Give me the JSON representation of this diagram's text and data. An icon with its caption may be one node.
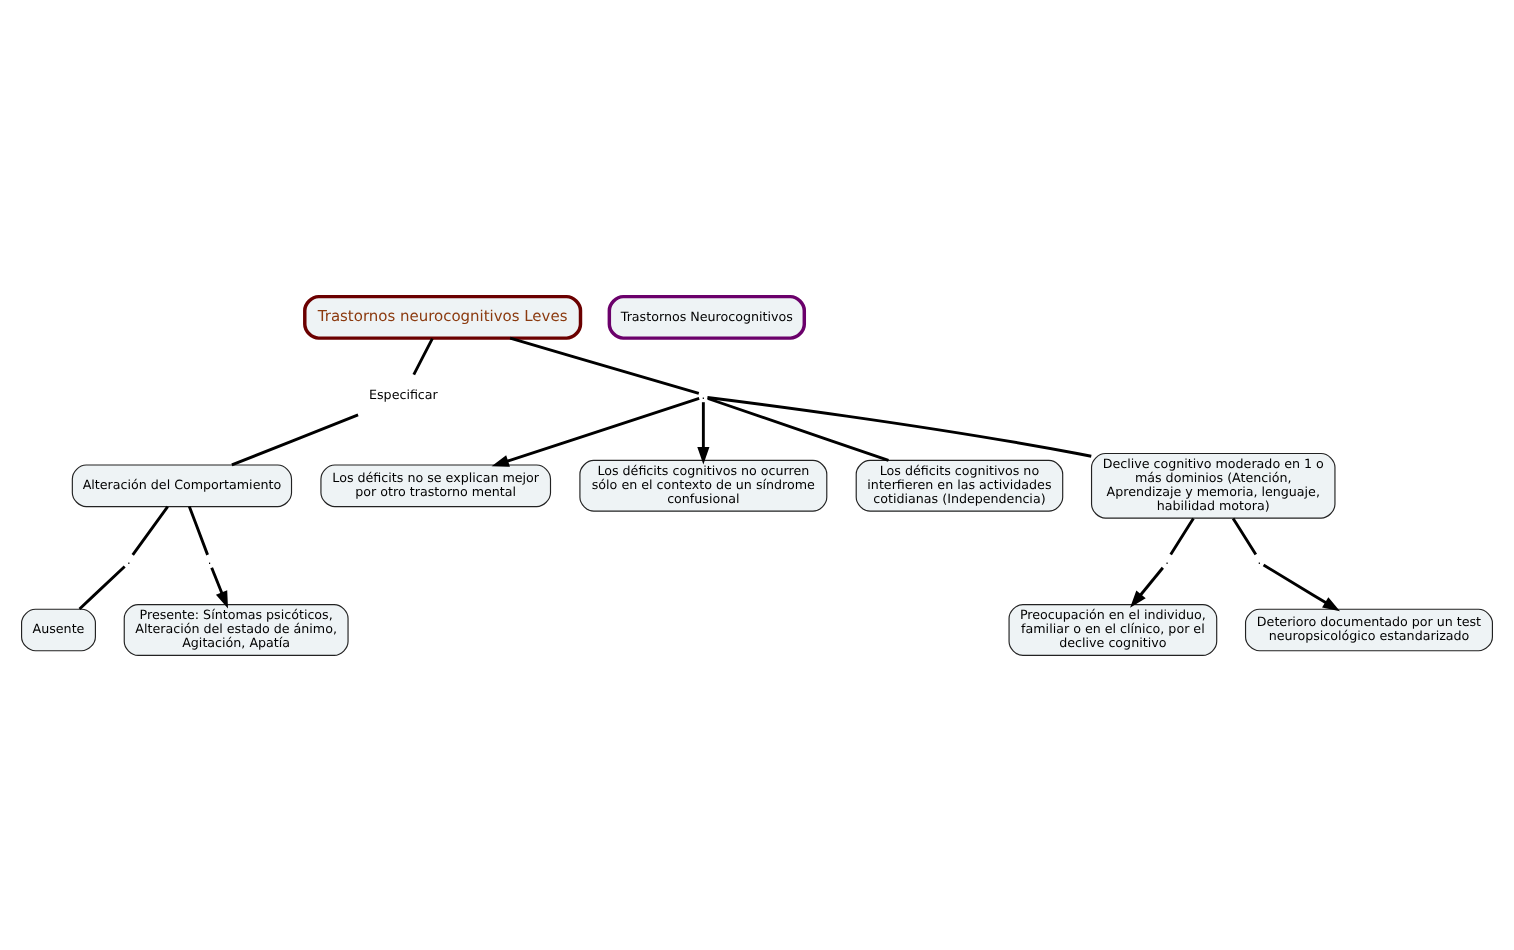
{
  "diagram": {
    "nodes": [
      {
        "text": [
          "Trastornos neurocognitivos Leves"
        ]
      },
      {
        "text": [
          "Especificar"
        ]
      },
      {
        "text": [
          "Alteración del Comportamiento"
        ]
      },
      {
        "text": [
          "."
        ]
      },
      {
        "text": [
          "."
        ]
      },
      {
        "text": [
          "Ausente"
        ]
      },
      {
        "text": [
          "Presente: Síntomas psicóticos, Alteración del estado de ánimo, Agitación, Apatía"
        ]
      },
      {
        "text": [
          "."
        ]
      },
      {
        "text": [
          "Los déficits no se explican mejor por otro trastorno mental"
        ]
      },
      {
        "text": [
          "Los déficits cognitivos no ocurren sólo en el contexto de un síndrome confusional"
        ]
      },
      {
        "text": [
          "Los déficits cognitivos no interfieren en las actividades cotidianas (Independencia)"
        ]
      },
      {
        "text": [
          "Declive cognitivo moderado en 1 o más dominios (Atención, Aprendizaje y memoria, lenguaje, habilidad motora)"
        ]
      },
      {
        "text": [
          "."
        ]
      },
      {
        "text": [
          "Preocupación en el individuo, familiar o en el clínico, por el declive cognitivo"
        ]
      },
      {
        "text": [
          "."
        ]
      },
      {
        "text": [
          "Deterioro documentado por un test neuropsicológico estandarizado"
        ]
      },
      {
        "text": [
          "Trastornos Neurocognitivos"
        ]
      }
    ],
    "edges": [
      {
        "from": 0,
        "to": 1,
        "arrow": "none"
      },
      {
        "from": 1,
        "to": 2,
        "arrow": "none"
      },
      {
        "from": 2,
        "to": 3,
        "arrow": "none"
      },
      {
        "from": 3,
        "to": 5,
        "arrow": "none"
      },
      {
        "from": 2,
        "to": 4,
        "arrow": "none"
      },
      {
        "from": 4,
        "to": 6,
        "arrow": "to"
      },
      {
        "from": 0,
        "to": 7,
        "arrow": "none"
      },
      {
        "from": 7,
        "to": 8,
        "arrow": "to"
      },
      {
        "from": 7,
        "to": 9,
        "arrow": "to"
      },
      {
        "from": 7,
        "to": 10,
        "arrow": "none"
      },
      {
        "from": 7,
        "to": 11,
        "arrow": "none"
      },
      {
        "from": 11,
        "to": 12,
        "arrow": "none"
      },
      {
        "from": 12,
        "to": 13,
        "arrow": "to"
      },
      {
        "from": 11,
        "to": 14,
        "arrow": "none"
      },
      {
        "from": 14,
        "to": 15,
        "arrow": "to"
      }
    ]
  }
}
